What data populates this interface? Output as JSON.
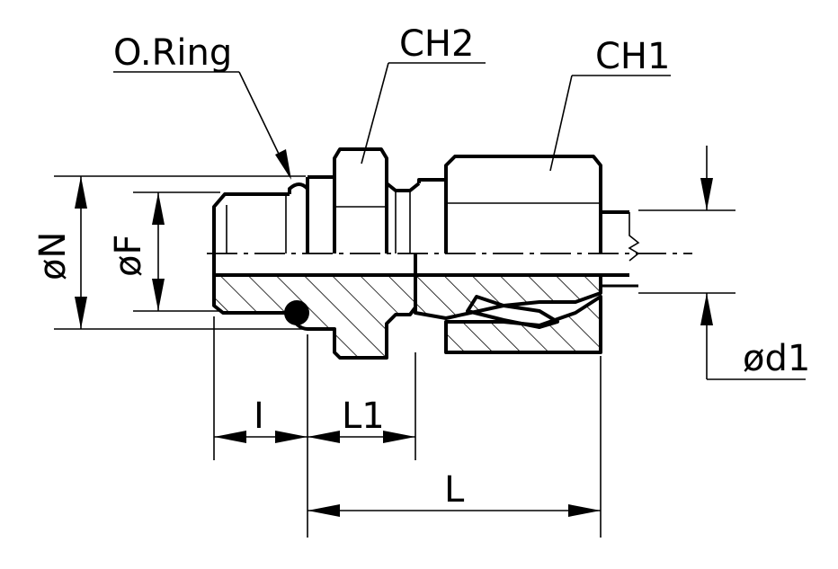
{
  "labels": {
    "o_ring": "O.Ring",
    "ch2": "CH2",
    "ch1": "CH1",
    "dim_n": "øN",
    "dim_f": "øF",
    "dim_d1": "ød1",
    "dim_i": "I",
    "dim_l1": "L1",
    "dim_l": "L"
  },
  "colors": {
    "line": "#000000",
    "background": "#ffffff"
  }
}
